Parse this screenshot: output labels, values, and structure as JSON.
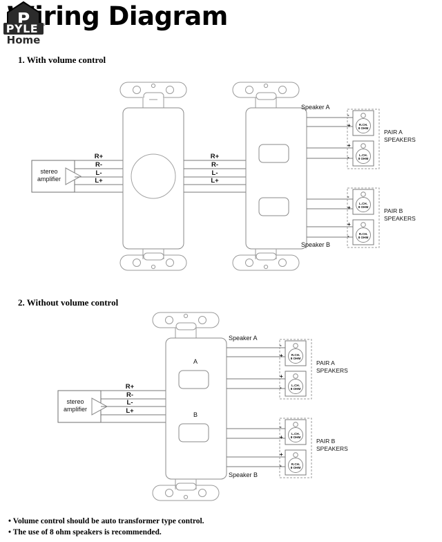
{
  "document": {
    "title": "Wiring Diagram",
    "brand": {
      "house_letter": "P",
      "name": "PYLE",
      "registered": "®",
      "sub": "Home"
    }
  },
  "sections": [
    {
      "heading": "1. With volume control",
      "amplifier": {
        "line1": "stereo",
        "line2": "amplifier"
      },
      "wires_amp": [
        "R+",
        "R-",
        "L-",
        "L+"
      ],
      "wires_vc": [
        "R+",
        "R-",
        "L-",
        "L+"
      ],
      "selector": {
        "out_top_label": "Speaker A",
        "out_bottom_label": "Speaker B",
        "switch_labels": [
          "",
          ""
        ]
      },
      "pairs": [
        {
          "name_line1": "PAIR A",
          "name_line2": "SPEAKERS",
          "speakers": [
            {
              "ch": "R.CH.",
              "imp": "8 OHM",
              "terminals": [
                "-",
                "+"
              ]
            },
            {
              "ch": "L.CH.",
              "imp": "8 OHM",
              "terminals": [
                "+",
                "-"
              ]
            }
          ]
        },
        {
          "name_line1": "PAIR B",
          "name_line2": "SPEAKERS",
          "speakers": [
            {
              "ch": "L.CH.",
              "imp": "8 OHM",
              "terminals": [
                "-",
                "+"
              ]
            },
            {
              "ch": "R.CH.",
              "imp": "8 OHM",
              "terminals": [
                "+",
                "-"
              ]
            }
          ]
        }
      ]
    },
    {
      "heading": "2. Without volume control",
      "amplifier": {
        "line1": "stereo",
        "line2": "amplifier"
      },
      "wires_amp": [
        "R+",
        "R-",
        "L-",
        "L+"
      ],
      "selector": {
        "out_top_label": "Speaker A",
        "out_bottom_label": "Speaker B",
        "switch_labels": [
          "A",
          "B"
        ]
      },
      "pairs": [
        {
          "name_line1": "PAIR A",
          "name_line2": "SPEAKERS",
          "speakers": [
            {
              "ch": "R.CH.",
              "imp": "8 OHM",
              "terminals": [
                "-",
                "+"
              ]
            },
            {
              "ch": "L.CH.",
              "imp": "8 OHM",
              "terminals": [
                "+",
                "-"
              ]
            }
          ]
        },
        {
          "name_line1": "PAIR B",
          "name_line2": "SPEAKERS",
          "speakers": [
            {
              "ch": "L.CH.",
              "imp": "8 OHM",
              "terminals": [
                "-",
                "+"
              ]
            },
            {
              "ch": "R.CH.",
              "imp": "8 OHM",
              "terminals": [
                "+",
                "-"
              ]
            }
          ]
        }
      ]
    }
  ],
  "notes": [
    "• Volume control should be auto transformer type control.",
    "• The use of 8 ohm speakers is recommended."
  ],
  "colors": {
    "ink": "#000000",
    "line": "#888888",
    "wire": "#555555"
  }
}
